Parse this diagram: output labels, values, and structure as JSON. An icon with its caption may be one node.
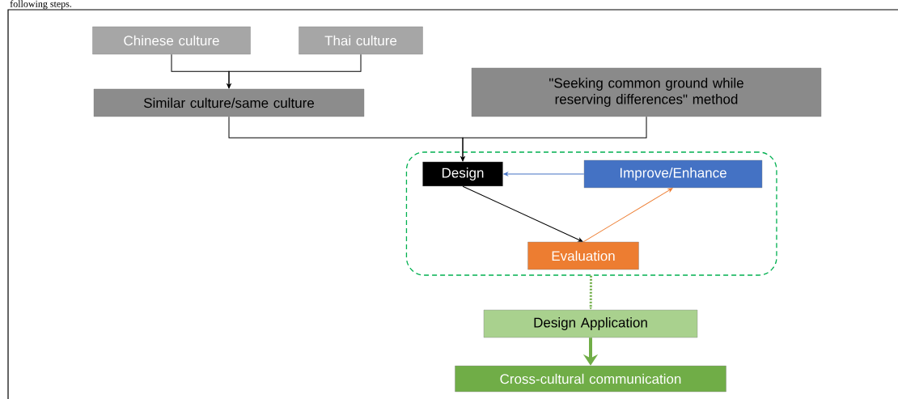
{
  "diagram": {
    "nodes": [
      {
        "text": [
          "Chinese culture"
        ]
      },
      {
        "text": [
          "Thai culture"
        ]
      },
      {
        "text": [
          "Similar culture/same culture"
        ]
      },
      {
        "text": [
          "\"Seeking common ground while reserving differences\" method"
        ]
      },
      {
        "text": [],
        "shape": "box"
      },
      {
        "text": [
          "Design"
        ],
        "in": 4
      },
      {
        "text": [
          "Improve/Enhance"
        ],
        "in": 4
      },
      {
        "text": [
          "Evaluation"
        ],
        "in": 4
      },
      {
        "text": [
          "Design Application"
        ]
      },
      {
        "text": [
          "Cross-cultural communication"
        ]
      }
    ],
    "edges": [
      {
        "from": 0,
        "to": 2,
        "arrow": "to"
      },
      {
        "from": 1,
        "to": 2,
        "arrow": "to"
      },
      {
        "from": 2,
        "to": 5,
        "arrow": "to"
      },
      {
        "from": 3,
        "to": 5,
        "arrow": "to"
      },
      {
        "from": 6,
        "to": 5,
        "arrow": "to",
        "color": "#4472c4"
      },
      {
        "from": 5,
        "to": 7,
        "arrow": "to"
      },
      {
        "from": 7,
        "to": 6,
        "arrow": "to",
        "color": "#ed7d31"
      },
      {
        "from": 4,
        "to": 8,
        "arrow": "to",
        "style": "dashed",
        "color": "#70ad47"
      },
      {
        "from": 8,
        "to": 9,
        "arrow": "to",
        "style": "thick",
        "color": "#70ad47"
      }
    ],
    "labels": [
      "following steps."
    ]
  }
}
